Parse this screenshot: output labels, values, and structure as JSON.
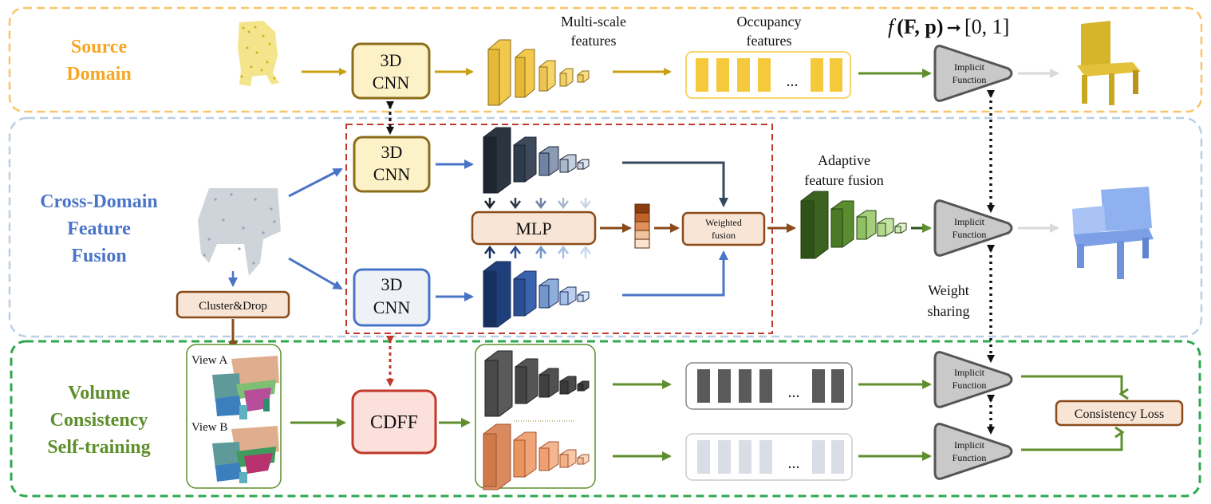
{
  "sections": {
    "source": {
      "title_line1": "Source",
      "title_line2": "Domain",
      "color": "#f5a623",
      "border": "#f8c56a"
    },
    "cross": {
      "title_line1": "Cross-Domain",
      "title_line2": "Feature",
      "title_line3": "Fusion",
      "color": "#4a74c7",
      "border": "#b9cfe6"
    },
    "volume": {
      "title_line1": "Volume",
      "title_line2": "Consistency",
      "title_line3": "Self-training",
      "color": "#5e8f2c",
      "border": "#2fa84f"
    }
  },
  "cnn_label_line1": "3D",
  "cnn_label_line2": "CNN",
  "multiscale_label_line1": "Multi-scale",
  "multiscale_label_line2": "features",
  "occupancy_label_line1": "Occupancy",
  "occupancy_label_line2": "features",
  "implicit_formula_f": "f",
  "implicit_formula_args": "(F, p)",
  "implicit_formula_arrow": "➞",
  "implicit_formula_range": "[0, 1]",
  "implicit_label_line1": "Implicit",
  "implicit_label_line2": "Function",
  "ellipsis": "...",
  "mlp_label": "MLP",
  "weighted_line1": "Weighted",
  "weighted_line2": "fusion",
  "adaptive_line1": "Adaptive",
  "adaptive_line2": "feature fusion",
  "weight_sharing_line1": "Weight",
  "weight_sharing_line2": "sharing",
  "cluster_drop": "Cluster&Drop",
  "view_a": "View A",
  "view_b": "View B",
  "cdff": "CDFF",
  "consistency_loss": "Consistency Loss",
  "colors": {
    "gold": "#c9a012",
    "green_arrow": "#5e8f2c",
    "blue_arrow": "#4a74c7",
    "brown_arrow": "#8a4a1a",
    "red_dash": "#c0392b"
  }
}
